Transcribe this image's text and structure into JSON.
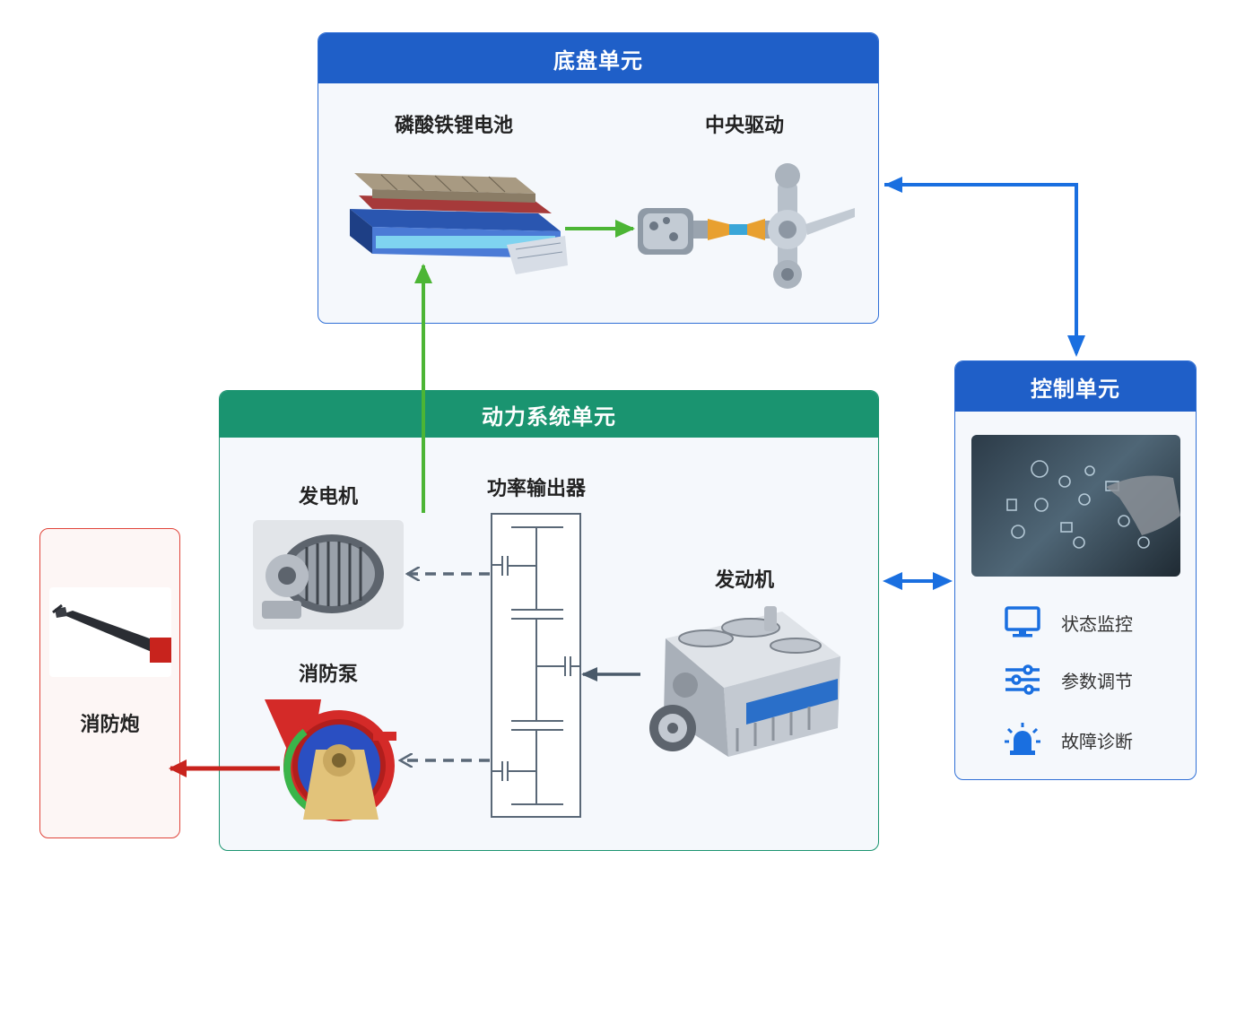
{
  "chassis": {
    "title": "底盘单元",
    "battery_label": "磷酸铁锂电池",
    "drive_label": "中央驱动"
  },
  "power": {
    "title": "动力系统单元",
    "generator_label": "发电机",
    "pto_label": "功率输出器",
    "engine_label": "发动机",
    "pump_label": "消防泵"
  },
  "control": {
    "title": "控制单元",
    "functions": [
      {
        "icon": "monitor-icon",
        "label": "状态监控"
      },
      {
        "icon": "sliders-icon",
        "label": "参数调节"
      },
      {
        "icon": "alarm-icon",
        "label": "故障诊断"
      }
    ]
  },
  "monitor": {
    "label": "消防炮"
  },
  "colors": {
    "chassis_header": "#1f5fc8",
    "power_header": "#1a9470",
    "control_header": "#1f5fc8",
    "monitor_border": "#e0443a",
    "arrow_green": "#4cb535",
    "arrow_blue": "#1a6fe0",
    "arrow_red": "#c8231d",
    "arrow_gray": "#4a5a6a"
  }
}
